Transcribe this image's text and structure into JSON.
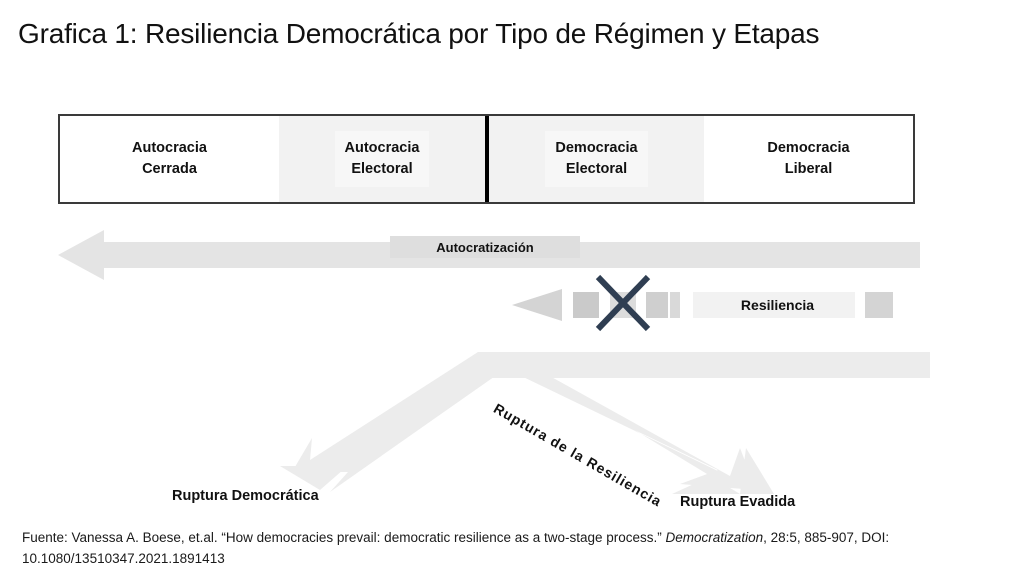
{
  "title": "Grafica 1: Resiliencia Democrática por Tipo de Régimen y Etapas",
  "regime_spectrum": {
    "name": "regime-type-spectrum",
    "cells": [
      {
        "line1": "Autocracia",
        "line2": "Cerrada",
        "shaded": false,
        "fill": "#ffffff"
      },
      {
        "line1": "Autocracia",
        "line2": "Electoral",
        "shaded": true,
        "fill": "#f2f2f2"
      },
      {
        "line1": "Democracia",
        "line2": "Electoral",
        "shaded": true,
        "fill": "#f2f2f2"
      },
      {
        "line1": "Democracia",
        "line2": "Liberal",
        "shaded": false,
        "fill": "#ffffff"
      }
    ],
    "divider_note": "thick black divider between autocracy and democracy halves",
    "border_color": "#3a3a3a"
  },
  "arrows": {
    "autocratizacion": {
      "label": "Autocratización",
      "direction": "left",
      "style": "solid",
      "fill": "#e4e4e4",
      "label_band_fill": "#dedede"
    },
    "resiliencia": {
      "label": "Resiliencia",
      "direction": "left",
      "style": "dashed",
      "fill": "#cfcfcf",
      "label_band_fill": "#f2f2f2",
      "blocked": true,
      "block_marker": "x-mark",
      "block_marker_color": "#2f3e52"
    },
    "ruptura": {
      "label": "Ruptura de la Resiliencia",
      "fill": "#ececec",
      "branches": [
        {
          "label": "Ruptura Democrática",
          "direction": "down-left"
        },
        {
          "label": "Ruptura Evadida",
          "direction": "down-right"
        }
      ]
    }
  },
  "labels": {
    "ruptura_democratica": "Ruptura Democrática",
    "ruptura_evadida": "Ruptura Evadida"
  },
  "source": {
    "prefix": "Fuente: Vanessa A. Boese, et.al. “How democracies prevail: democratic resilience as a two-stage process.” ",
    "journal": "Democratization",
    "suffix": ", 28:5, 885-907, DOI: 10.1080/13510347.2021.1891413"
  },
  "colors": {
    "background": "#ffffff",
    "text": "#111111",
    "arrow_gray": "#e4e4e4",
    "cell_shade": "#f2f2f2",
    "x_mark": "#2f3e52"
  }
}
